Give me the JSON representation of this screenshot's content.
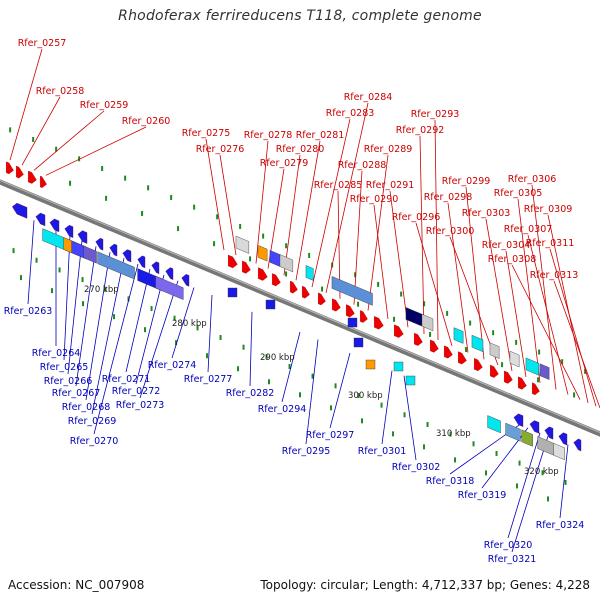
{
  "title": "Rhodoferax ferrireducens T118, complete genome",
  "accession": "Accession: NC_007908",
  "summary": "Topology: circular; Length: 4,712,337 bp; Genes: 4,228",
  "colors": {
    "forward_label": "#cc0000",
    "reverse_label": "#0000bb",
    "forward_gene": "#ee0000",
    "reverse_gene": "#1a1ae6",
    "backbone": "#777777",
    "tick": "#1e8a1e"
  },
  "kbp_labels": [
    "270 kbp",
    "280 kbp",
    "290 kbp",
    "300 kbp",
    "310 kbp",
    "320 kbp"
  ],
  "forward_labels": [
    "Rfer_0257",
    "Rfer_0258",
    "Rfer_0259",
    "Rfer_0260",
    "Rfer_0275",
    "Rfer_0276",
    "Rfer_0278",
    "Rfer_0279",
    "Rfer_0280",
    "Rfer_0281",
    "Rfer_0283",
    "Rfer_0284",
    "Rfer_0285",
    "Rfer_0288",
    "Rfer_0289",
    "Rfer_0290",
    "Rfer_0291",
    "Rfer_0292",
    "Rfer_0293",
    "Rfer_0296",
    "Rfer_0298",
    "Rfer_0299",
    "Rfer_0300",
    "Rfer_0303",
    "Rfer_0304",
    "Rfer_0305",
    "Rfer_0306",
    "Rfer_0307",
    "Rfer_0308",
    "Rfer_0309",
    "Rfer_0311",
    "Rfer_0313"
  ],
  "reverse_labels": [
    "Rfer_0263",
    "Rfer_0264",
    "Rfer_0265",
    "Rfer_0266",
    "Rfer_0267",
    "Rfer_0268",
    "Rfer_0269",
    "Rfer_0270",
    "Rfer_0271",
    "Rfer_0272",
    "Rfer_0273",
    "Rfer_0274",
    "Rfer_0277",
    "Rfer_0282",
    "Rfer_0294",
    "Rfer_0295",
    "Rfer_0297",
    "Rfer_0301",
    "Rfer_0302",
    "Rfer_0318",
    "Rfer_0319",
    "Rfer_0320",
    "Rfer_0321",
    "Rfer_0324"
  ]
}
